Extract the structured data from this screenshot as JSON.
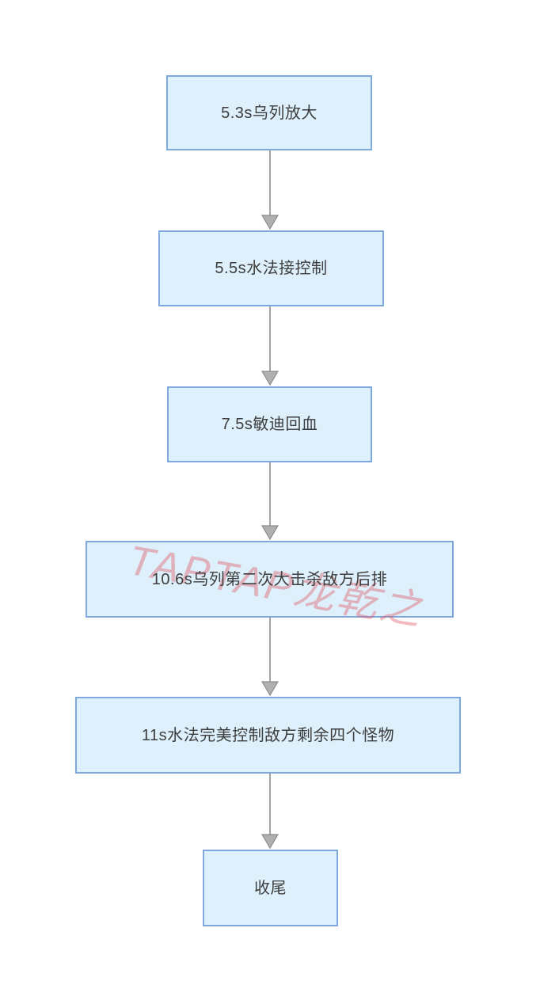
{
  "flowchart": {
    "type": "sequential-flow",
    "nodes": [
      {
        "label": "5.3s乌列放大"
      },
      {
        "label": "5.5s水法接控制"
      },
      {
        "label": "7.5s敏迪回血"
      },
      {
        "label": "10.6s乌列第二次大击杀敌方后排"
      },
      {
        "label": "11s水法完美控制敌方剩余四个怪物"
      },
      {
        "label": "收尾"
      }
    ],
    "connections": [
      {
        "from": 0,
        "to": 1
      },
      {
        "from": 1,
        "to": 2
      },
      {
        "from": 2,
        "to": 3
      },
      {
        "from": 3,
        "to": 4
      },
      {
        "from": 4,
        "to": 5
      }
    ],
    "watermark": "TAPTAP龙乾之",
    "colors": {
      "node_fill": "#ddf0fb",
      "node_border": "#7ea7dc",
      "node_text": "#3d3d3d",
      "arrow_line": "#a3a3a3",
      "arrow_head_fill": "#b0b0b0",
      "arrow_head_stroke": "#8a8a8a",
      "watermark": "#e15a66",
      "background": "#ffffff"
    }
  }
}
